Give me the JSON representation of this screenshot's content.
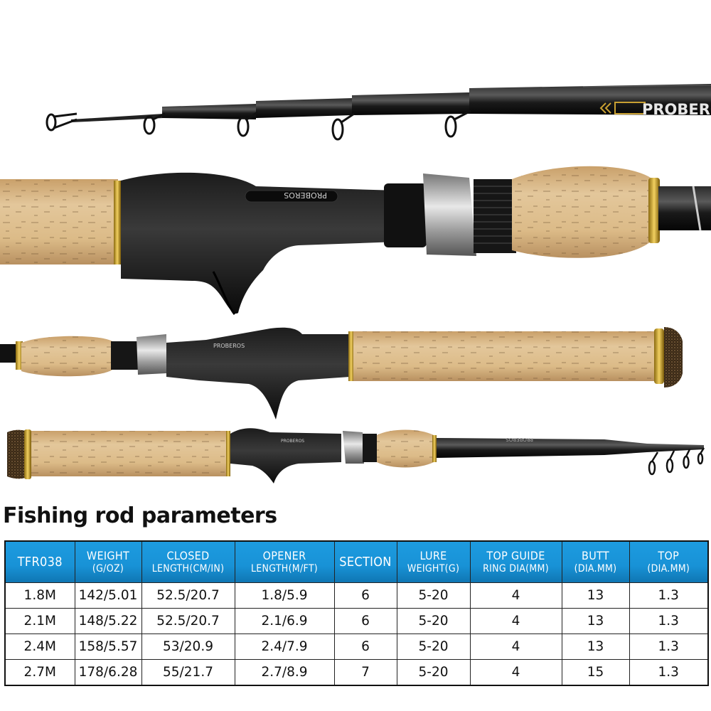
{
  "brand": {
    "name": "PROBEROS",
    "colors": {
      "header_blue": "#1892d6",
      "cork": "#d9b98a",
      "gold": "#c9a032",
      "rod_black": "#111111"
    }
  },
  "images": [
    {
      "name": "telescopic-tip-sections",
      "description": "Telescopic rod tip with guides and PROBEROS logo",
      "label": "PROBEROS"
    },
    {
      "name": "casting-reel-seat-closeup",
      "description": "Casting reel seat with trigger and cork grips",
      "label": "PROBEROS"
    },
    {
      "name": "handle-side-view",
      "description": "Full cork handle with reel seat and trigger",
      "label": "PROBEROS"
    },
    {
      "name": "collapsed-rod-full-view",
      "description": "Collapsed telescopic casting rod",
      "label": "PROBEROS"
    }
  ],
  "section_title": "Fishing rod parameters",
  "table": {
    "headers": [
      {
        "line1": "TFR038",
        "line2": ""
      },
      {
        "line1": "WEIGHT",
        "line2": "(G/OZ)"
      },
      {
        "line1": "CLOSED",
        "line2": "LENGTH(CM/IN)"
      },
      {
        "line1": "OPENER",
        "line2": "LENGTH(M/FT)"
      },
      {
        "line1": "SECTION",
        "line2": ""
      },
      {
        "line1": "LURE",
        "line2": "WEIGHT(G)"
      },
      {
        "line1": "TOP GUIDE",
        "line2": "RING DIA(MM)"
      },
      {
        "line1": "BUTT",
        "line2": "(DIA.MM)"
      },
      {
        "line1": "TOP",
        "line2": "(DIA.MM)"
      }
    ],
    "rows": [
      [
        "1.8M",
        "142/5.01",
        "52.5/20.7",
        "1.8/5.9",
        "6",
        "5-20",
        "4",
        "13",
        "1.3"
      ],
      [
        "2.1M",
        "148/5.22",
        "52.5/20.7",
        "2.1/6.9",
        "6",
        "5-20",
        "4",
        "13",
        "1.3"
      ],
      [
        "2.4M",
        "158/5.57",
        "53/20.9",
        "2.4/7.9",
        "6",
        "5-20",
        "4",
        "13",
        "1.3"
      ],
      [
        "2.7M",
        "178/6.28",
        "55/21.7",
        "2.7/8.9",
        "7",
        "5-20",
        "4",
        "15",
        "1.3"
      ]
    ]
  }
}
